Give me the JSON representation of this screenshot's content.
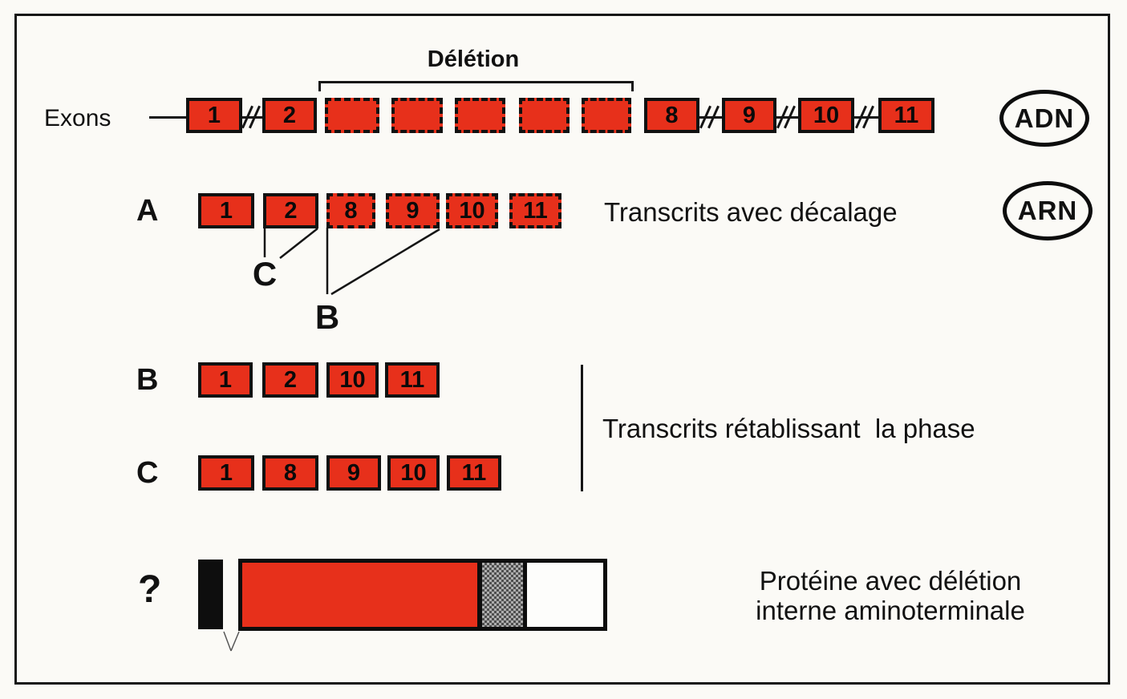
{
  "colors": {
    "exon_red": "#e7301b",
    "outline_black": "#111111",
    "protein_black": "#0e0e0e",
    "protein_hatch_gray": "#8a8a8a",
    "protein_white": "#fdfdfb",
    "background": "#fbfaf6"
  },
  "header": {
    "deletion_label": "Délétion",
    "exons_label": "Exons",
    "dna_badge": "ADN",
    "rna_badge": "ARN"
  },
  "dna_row": {
    "exons": [
      {
        "label": "1",
        "deleted": false
      },
      {
        "label": "2",
        "deleted": false
      },
      {
        "label": "",
        "deleted": true
      },
      {
        "label": "",
        "deleted": true
      },
      {
        "label": "",
        "deleted": true
      },
      {
        "label": "",
        "deleted": true
      },
      {
        "label": "",
        "deleted": true
      },
      {
        "label": "8",
        "deleted": false
      },
      {
        "label": "9",
        "deleted": false
      },
      {
        "label": "10",
        "deleted": false
      },
      {
        "label": "11",
        "deleted": false
      }
    ]
  },
  "transcript_a": {
    "row_label": "A",
    "caption": "Transcrits avec décalage",
    "exons": [
      {
        "label": "1",
        "dashed": false
      },
      {
        "label": "2",
        "dashed": false
      },
      {
        "label": "8",
        "dashed": true
      },
      {
        "label": "9",
        "dashed": true
      },
      {
        "label": "10",
        "dashed": true
      },
      {
        "label": "11",
        "dashed": true
      }
    ],
    "splice_annotations": [
      {
        "label": "C"
      },
      {
        "label": "B"
      }
    ]
  },
  "transcript_b": {
    "row_label": "B",
    "exons": [
      {
        "label": "1"
      },
      {
        "label": "2"
      },
      {
        "label": "10"
      },
      {
        "label": "11"
      }
    ]
  },
  "transcript_c": {
    "row_label": "C",
    "exons": [
      {
        "label": "1"
      },
      {
        "label": "8"
      },
      {
        "label": "9"
      },
      {
        "label": "10"
      },
      {
        "label": "11"
      }
    ]
  },
  "transcripts_bc_caption": "Transcrits rétablissant  la phase",
  "protein": {
    "row_label": "?",
    "caption_line1": "Protéine avec délétion",
    "caption_line2": "interne aminoterminale",
    "segments": [
      {
        "name": "amino-terminal-black-segment",
        "color": "#0e0e0e"
      },
      {
        "name": "main-red-segment",
        "color": "#e7301b"
      },
      {
        "name": "hatched-gray-segment",
        "color": "#8a8a8a"
      },
      {
        "name": "carboxy-white-segment",
        "color": "#fdfdfb"
      }
    ]
  }
}
